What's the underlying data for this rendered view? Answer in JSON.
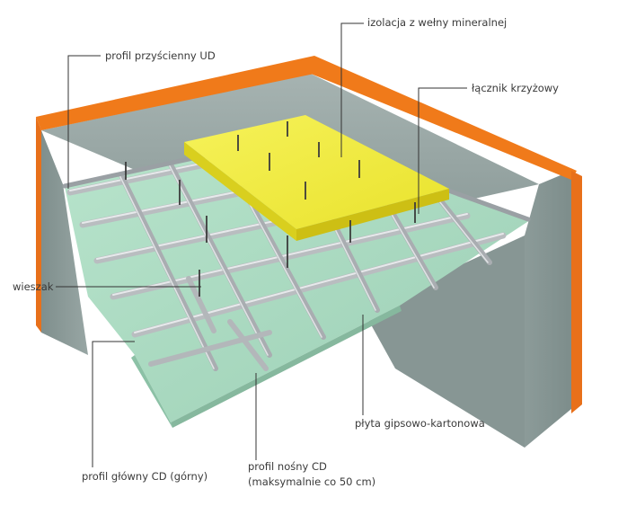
{
  "labels": {
    "insulation": "izolacja z wełny mineralnej",
    "wall_profile": "profil przyścienny UD",
    "cross_connector": "łącznik krzyżowy",
    "hanger": "wieszak",
    "main_profile": "profil główny CD (górny)",
    "carrier_profile_line1": "profil nośny CD",
    "carrier_profile_line2": "(maksymalnie co 50 cm)",
    "board": "płyta gipsowo-kartonowa"
  },
  "colors": {
    "wall_edge": "#f07a1a",
    "wall_face": "#8e9e9c",
    "insulation": "#f2ec3c",
    "board": "#a9dcc2",
    "profile": "#c6c9cc",
    "leader": "#333333"
  }
}
